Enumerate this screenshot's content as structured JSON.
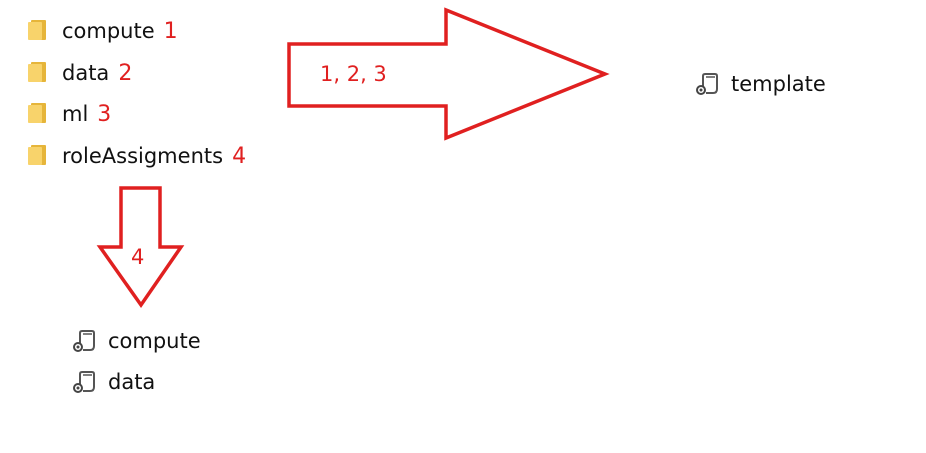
{
  "folders": [
    {
      "name": "compute",
      "number": "1",
      "icon": "folder-icon"
    },
    {
      "name": "data",
      "number": "2",
      "icon": "folder-icon"
    },
    {
      "name": "ml",
      "number": "3",
      "icon": "folder-icon"
    },
    {
      "name": "roleAssigments",
      "number": "4",
      "icon": "folder-icon"
    }
  ],
  "arrow_right": {
    "label": "1, 2, 3"
  },
  "arrow_down": {
    "label": "4"
  },
  "outputs": {
    "template": {
      "name": "template",
      "icon": "bicep-file-icon"
    },
    "files": [
      {
        "name": "compute",
        "icon": "bicep-file-icon"
      },
      {
        "name": "data",
        "icon": "bicep-file-icon"
      }
    ]
  },
  "colors": {
    "arrow": "#e02020",
    "folder": "#f8d36b",
    "folder_back": "#e6b53a",
    "text": "#111111"
  }
}
